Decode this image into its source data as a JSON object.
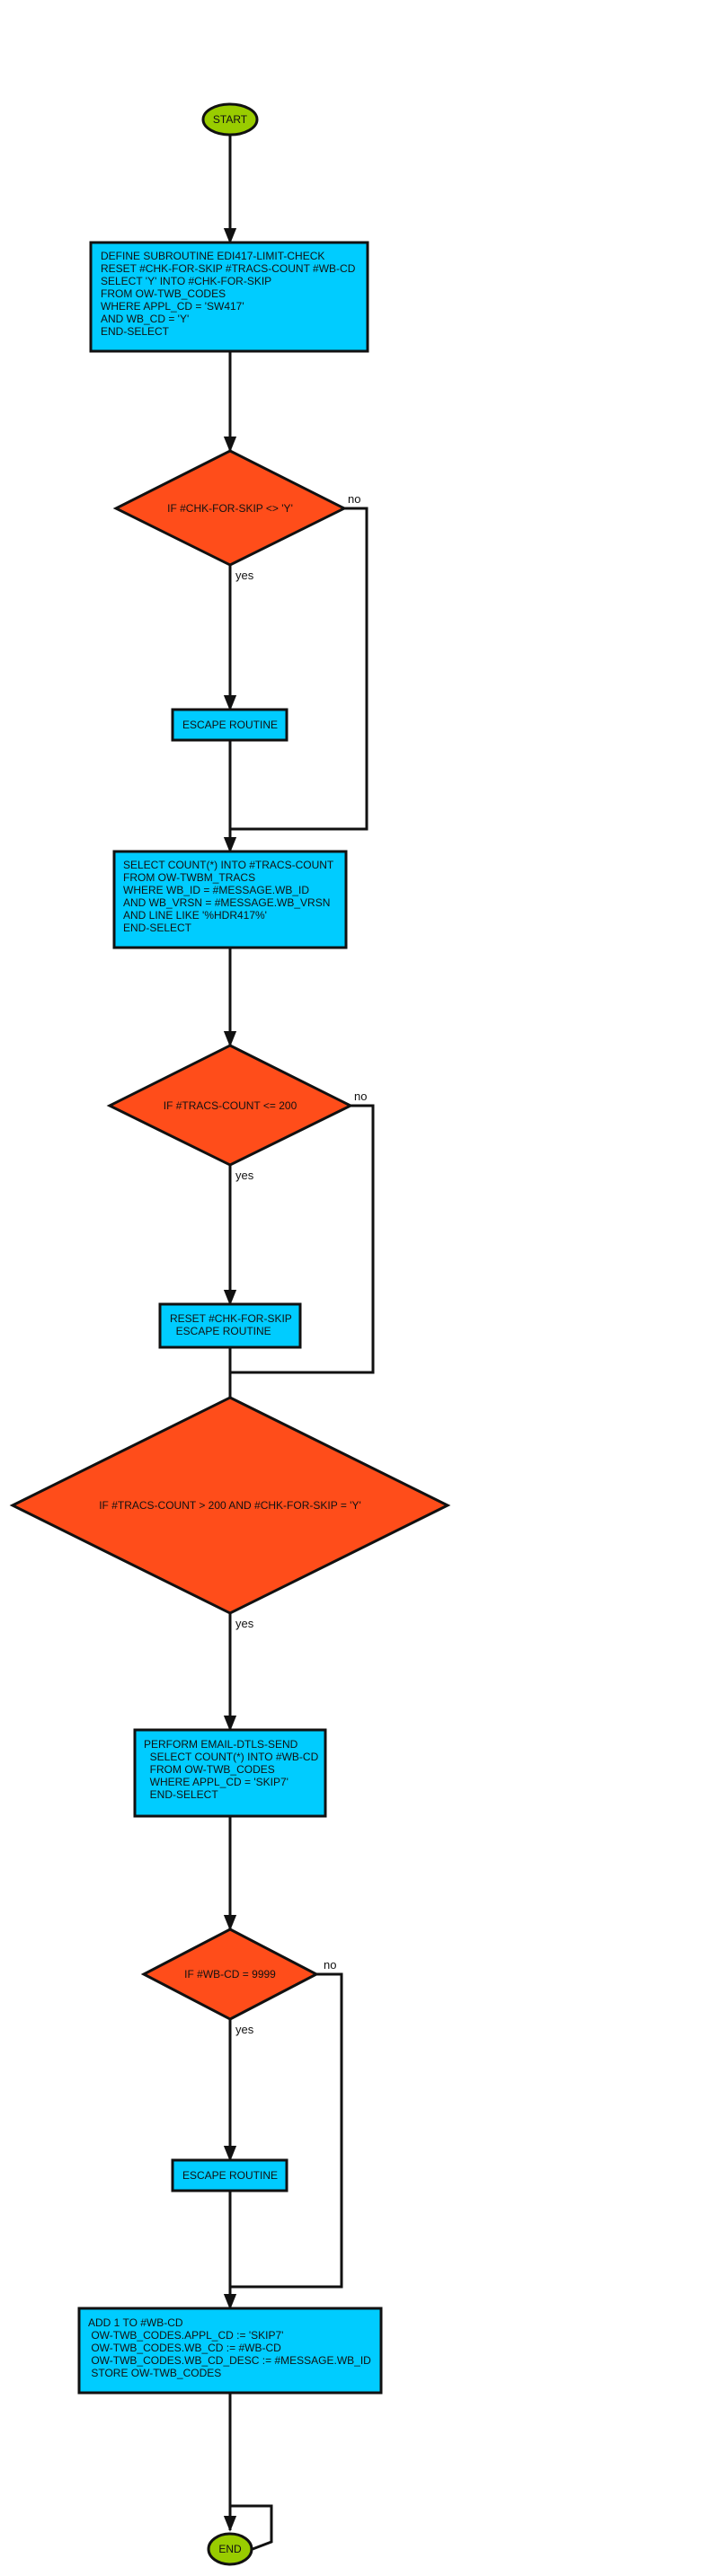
{
  "colors": {
    "terminal": "#99cc00",
    "process": "#00ccff",
    "decision": "#ff4d1a",
    "stroke": "#111111",
    "background": "#ffffff"
  },
  "nodes": {
    "start": {
      "label": "START"
    },
    "n1": {
      "lines": [
        "DEFINE SUBROUTINE EDI417-LIMIT-CHECK",
        "RESET #CHK-FOR-SKIP #TRACS-COUNT #WB-CD",
        "SELECT 'Y' INTO #CHK-FOR-SKIP",
        "FROM OW-TWB_CODES",
        "WHERE APPL_CD = 'SW417'",
        "AND WB_CD = 'Y'",
        "END-SELECT"
      ]
    },
    "d1": {
      "label": "IF #CHK-FOR-SKIP <> 'Y'"
    },
    "e1": {
      "label": "ESCAPE ROUTINE"
    },
    "n2": {
      "lines": [
        "SELECT COUNT(*) INTO #TRACS-COUNT",
        "FROM OW-TWBM_TRACS",
        "WHERE WB_ID = #MESSAGE.WB_ID",
        "AND WB_VRSN = #MESSAGE.WB_VRSN",
        "AND LINE LIKE '%HDR417%'",
        "END-SELECT"
      ]
    },
    "d2": {
      "label": "IF #TRACS-COUNT <= 200"
    },
    "e2": {
      "lines": [
        "RESET #CHK-FOR-SKIP",
        "  ESCAPE ROUTINE"
      ]
    },
    "d3": {
      "label": "IF #TRACS-COUNT > 200 AND #CHK-FOR-SKIP = 'Y'"
    },
    "n3": {
      "lines": [
        "PERFORM EMAIL-DTLS-SEND",
        "  SELECT COUNT(*) INTO #WB-CD",
        "  FROM OW-TWB_CODES",
        "  WHERE APPL_CD = 'SKIP7'",
        "  END-SELECT"
      ]
    },
    "d4": {
      "label": "IF #WB-CD = 9999"
    },
    "e3": {
      "label": "ESCAPE ROUTINE"
    },
    "n4": {
      "lines": [
        "ADD 1 TO #WB-CD",
        " OW-TWB_CODES.APPL_CD := 'SKIP7'",
        " OW-TWB_CODES.WB_CD := #WB-CD",
        " OW-TWB_CODES.WB_CD_DESC := #MESSAGE.WB_ID",
        " STORE OW-TWB_CODES"
      ]
    },
    "end": {
      "label": "END"
    }
  },
  "edge_labels": {
    "d1_yes": "yes",
    "d1_no": "no",
    "d2_yes": "yes",
    "d2_no": "no",
    "d3_yes": "yes",
    "d4_yes": "yes",
    "d4_no": "no"
  }
}
